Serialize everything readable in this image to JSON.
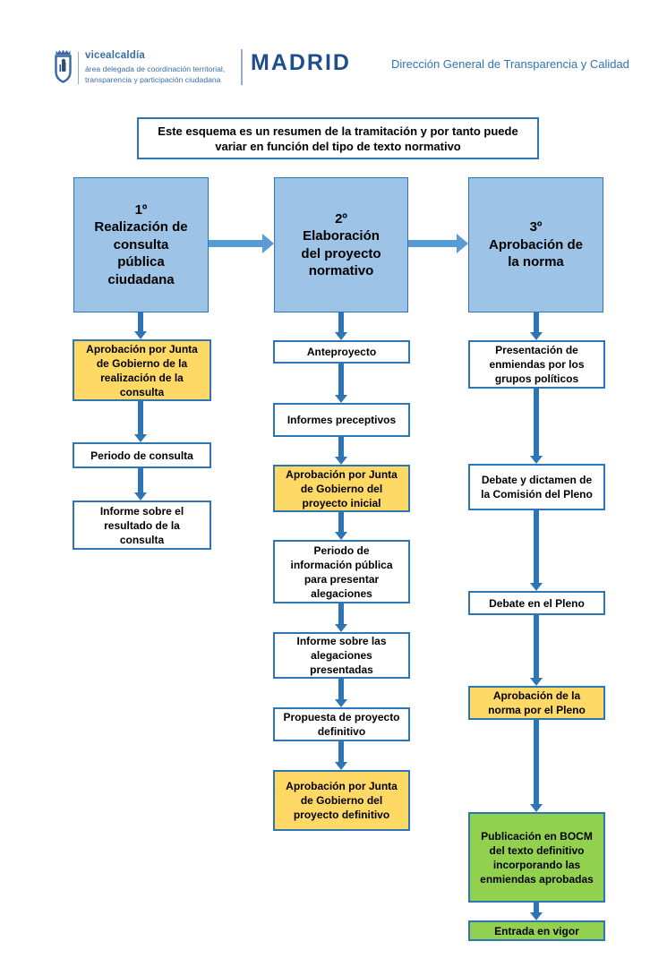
{
  "header": {
    "logo_icon": "madrid-city-shield-icon",
    "department": {
      "line1": "vicealcaldía",
      "line2": "área delegada de coordinación territorial,",
      "line3": "transparencia y participación ciudadana"
    },
    "wordmark": "MADRID",
    "right_title": "Dirección General de Transparencia y Calidad"
  },
  "note": {
    "line1": "Este esquema es un resumen de la tramitación y por tanto puede",
    "line2": "variar en función del tipo de texto normativo"
  },
  "flow": {
    "stages": [
      {
        "ordinal": "1º",
        "title": "Realización de consulta pública ciudadana",
        "steps": [
          {
            "label": "Aprobación por Junta de Gobierno de la realización de la consulta",
            "type": "highlight"
          },
          {
            "label": "Periodo de consulta",
            "type": "plain"
          },
          {
            "label": "Informe sobre el resultado de la consulta",
            "type": "plain"
          }
        ]
      },
      {
        "ordinal": "2º",
        "title": "Elaboración del proyecto normativo",
        "steps": [
          {
            "label": "Anteproyecto",
            "type": "plain"
          },
          {
            "label": "Informes preceptivos",
            "type": "plain"
          },
          {
            "label": "Aprobación por Junta de Gobierno del proyecto inicial",
            "type": "highlight"
          },
          {
            "label": "Periodo de información pública para presentar alegaciones",
            "type": "plain"
          },
          {
            "label": "Informe sobre las alegaciones presentadas",
            "type": "plain"
          },
          {
            "label": "Propuesta de proyecto definitivo",
            "type": "plain"
          },
          {
            "label": "Aprobación por Junta de Gobierno del proyecto definitivo",
            "type": "highlight"
          }
        ]
      },
      {
        "ordinal": "3º",
        "title": "Aprobación de la norma",
        "steps": [
          {
            "label": "Presentación de enmiendas por los grupos políticos",
            "type": "plain"
          },
          {
            "label": "Debate y dictamen de la Comisión del Pleno",
            "type": "plain"
          },
          {
            "label": "Debate en el Pleno",
            "type": "plain"
          },
          {
            "label": "Aprobación de la norma por el Pleno",
            "type": "highlight"
          },
          {
            "label": "Publicación en BOCM del texto definitivo incorporando las enmiendas aprobadas",
            "type": "final"
          },
          {
            "label": "Entrada en vigor",
            "type": "final"
          }
        ]
      }
    ]
  },
  "colors": {
    "stage_fill": "#9DC3E6",
    "highlight_fill": "#FFD966",
    "final_fill": "#92D050",
    "box_border": "#2E75B6",
    "arrow": "#2E75B6",
    "stage_arrow": "#5B9BD5",
    "wordmark_navy": "#1F4E8C",
    "header_blue": "#2E75B6"
  }
}
